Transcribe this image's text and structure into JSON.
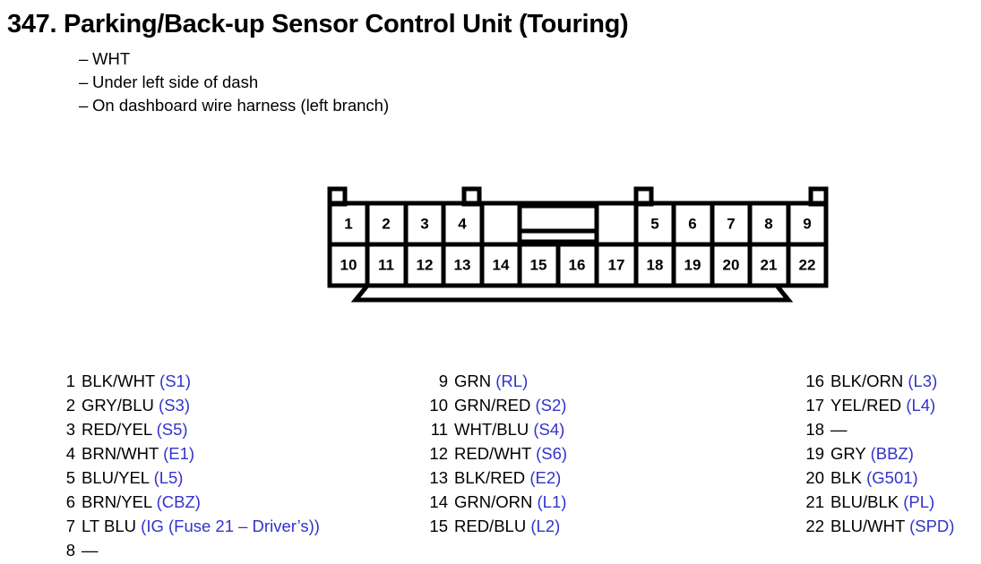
{
  "heading": {
    "number": "347.",
    "title": "347. Parking/Back-up Sensor Control Unit (Touring)",
    "bullets": [
      "WHT",
      "Under left side of dash",
      "On dashboard wire harness (left branch)"
    ]
  },
  "connector": {
    "name": "22-pin-connector",
    "total_pins": 22,
    "bottom_row_pins": [
      "10",
      "11",
      "12",
      "13",
      "14",
      "15",
      "16",
      "17",
      "18",
      "19",
      "20",
      "21",
      "22"
    ],
    "top_row_left_pins": [
      "1",
      "2",
      "3",
      "4"
    ],
    "top_row_right_pins": [
      "5",
      "6",
      "7",
      "8",
      "9"
    ],
    "top_row_gaps": [
      "above-14",
      "above-17"
    ],
    "center_feature": "latch-box-above-15-16",
    "tabs": 4,
    "colors": {
      "outline": "#000000",
      "fill": "#ffffff"
    }
  },
  "pin_list": {
    "columns": [
      {
        "rows": [
          {
            "no": "1",
            "wire": "BLK/WHT",
            "code": "(S1)"
          },
          {
            "no": "2",
            "wire": "GRY/BLU",
            "code": "(S3)"
          },
          {
            "no": "3",
            "wire": "RED/YEL",
            "code": "(S5)"
          },
          {
            "no": "4",
            "wire": "BRN/WHT",
            "code": "(E1)"
          },
          {
            "no": "5",
            "wire": "BLU/YEL",
            "code": "(L5)"
          },
          {
            "no": "6",
            "wire": "BRN/YEL",
            "code": "(CBZ)"
          },
          {
            "no": "7",
            "wire": "LT BLU",
            "code": "(IG (Fuse 21 – Driver’s))"
          },
          {
            "no": "8",
            "wire": "—",
            "code": ""
          }
        ]
      },
      {
        "rows": [
          {
            "no": "9",
            "wire": "GRN",
            "code": "(RL)"
          },
          {
            "no": "10",
            "wire": "GRN/RED",
            "code": "(S2)"
          },
          {
            "no": "11",
            "wire": "WHT/BLU",
            "code": "(S4)"
          },
          {
            "no": "12",
            "wire": "RED/WHT",
            "code": "(S6)"
          },
          {
            "no": "13",
            "wire": "BLK/RED",
            "code": "(E2)"
          },
          {
            "no": "14",
            "wire": "GRN/ORN",
            "code": "(L1)"
          },
          {
            "no": "15",
            "wire": "RED/BLU",
            "code": "(L2)"
          }
        ]
      },
      {
        "rows": [
          {
            "no": "16",
            "wire": "BLK/ORN",
            "code": "(L3)"
          },
          {
            "no": "17",
            "wire": "YEL/RED",
            "code": "(L4)"
          },
          {
            "no": "18",
            "wire": "—",
            "code": ""
          },
          {
            "no": "19",
            "wire": "GRY",
            "code": "(BBZ)"
          },
          {
            "no": "20",
            "wire": "BLK",
            "code": "(G501)"
          },
          {
            "no": "21",
            "wire": "BLU/BLK",
            "code": "(PL)"
          },
          {
            "no": "22",
            "wire": "BLU/WHT",
            "code": "(SPD)"
          }
        ]
      }
    ]
  }
}
